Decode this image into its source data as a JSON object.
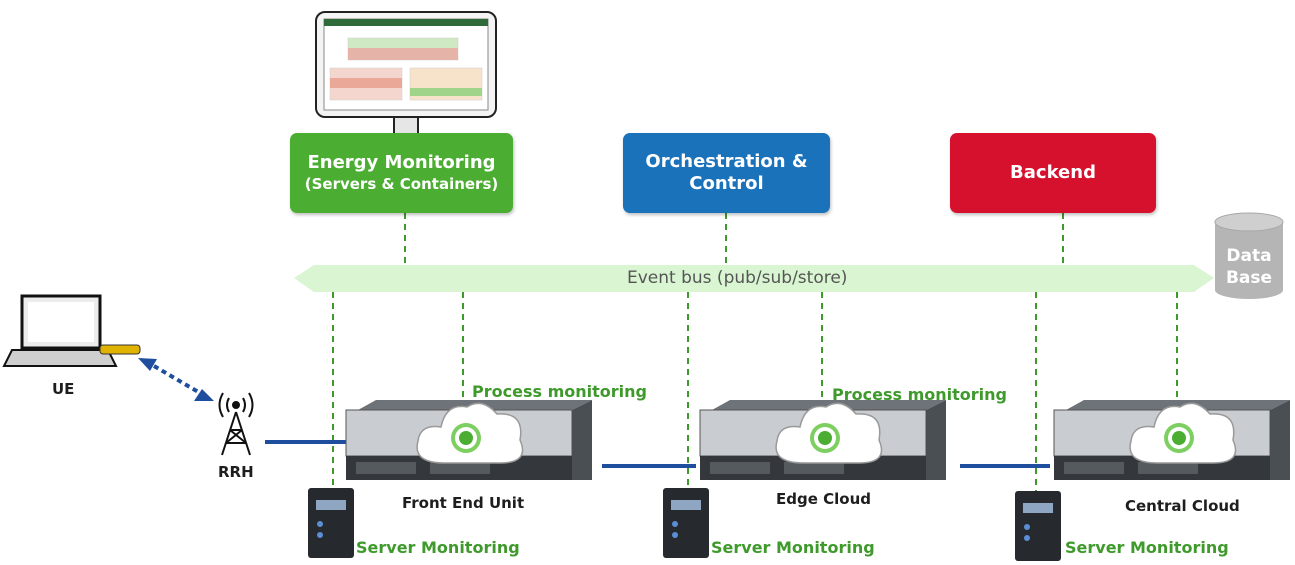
{
  "boxes": {
    "energy": {
      "line1": "Energy Monitoring",
      "line2": "(Servers & Containers)",
      "color": "#4cad33"
    },
    "orchestration": {
      "line1": "Orchestration &",
      "line2": "Control",
      "color": "#1a72bb"
    },
    "backend": {
      "line1": "Backend",
      "color": "#d5112e"
    }
  },
  "bus": {
    "label": "Event bus (pub/sub/store)",
    "color": "#d9f5d2"
  },
  "database": {
    "line1": "Data",
    "line2": "Base",
    "color": "#b5b5b5"
  },
  "devices": {
    "ue_label": "UE",
    "rrh_label": "RRH"
  },
  "nodes": [
    {
      "name": "Front End Unit",
      "process_label": "Process monitoring",
      "server_label": "Server Monitoring"
    },
    {
      "name": "Edge Cloud",
      "process_label": "Process monitoring",
      "server_label": "Server Monitoring"
    },
    {
      "name": "Central Cloud",
      "server_label": "Server Monitoring"
    }
  ],
  "colors": {
    "link": "#1f4e9e",
    "dashed": "#3f9a2c",
    "accent_green": "#4cad33"
  }
}
